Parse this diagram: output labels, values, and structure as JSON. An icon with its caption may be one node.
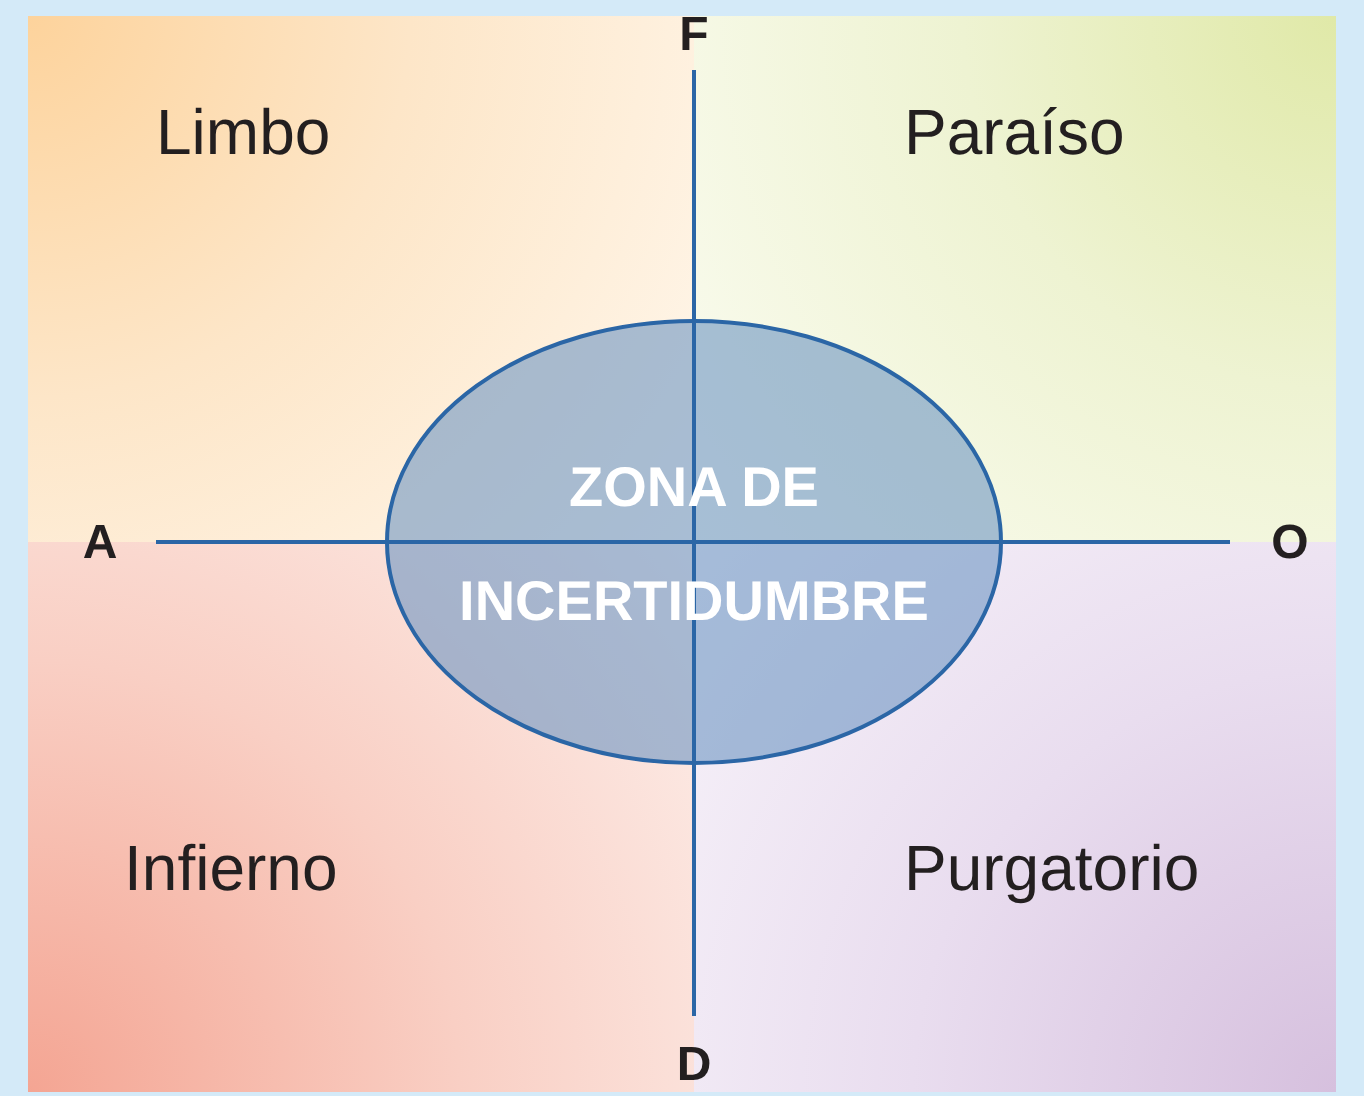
{
  "diagram": {
    "nodes": [
      {
        "text": [
          "Limbo"
        ]
      },
      {
        "text": [
          "Paraíso"
        ]
      },
      {
        "text": [
          "Infierno"
        ]
      },
      {
        "text": [
          "Purgatorio"
        ]
      },
      {
        "text": [
          "ZONA DE INCERTIDUMBRE"
        ]
      }
    ],
    "labels": [
      "F",
      "A",
      "O",
      "D"
    ]
  }
}
